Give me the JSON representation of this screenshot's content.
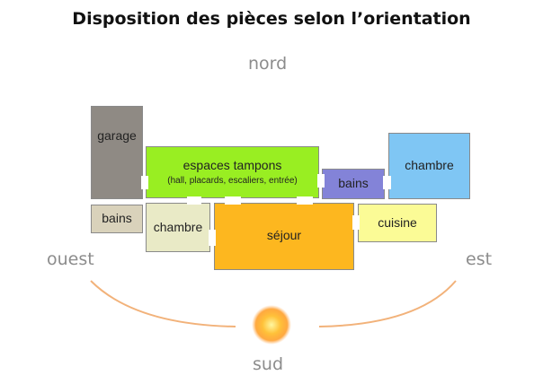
{
  "title": "Disposition des pièces selon l’orientation",
  "compass": {
    "north": "nord",
    "south": "sud",
    "east": "est",
    "west": "ouest"
  },
  "rooms": {
    "garage": {
      "label": "garage",
      "color": "#8f8a84"
    },
    "bains_west": {
      "label": "bains",
      "color": "#d9d2bb"
    },
    "tampons": {
      "label": "espaces tampons",
      "sublabel": "(hall, placards, escaliers, entrée)",
      "color": "#99ee22"
    },
    "chambre_west": {
      "label": "chambre",
      "color": "#e9eac6"
    },
    "sejour": {
      "label": "séjour",
      "color": "#fdb71f"
    },
    "bains_east": {
      "label": "bains",
      "color": "#8383d8"
    },
    "chambre_east": {
      "label": "chambre",
      "color": "#7fc6f4"
    },
    "cuisine": {
      "label": "cuisine",
      "color": "#fbfb96"
    }
  },
  "colors": {
    "sun_arc": "#f2b27a",
    "sun_core": "#ff9900",
    "compass_text": "#8c8c8c"
  }
}
